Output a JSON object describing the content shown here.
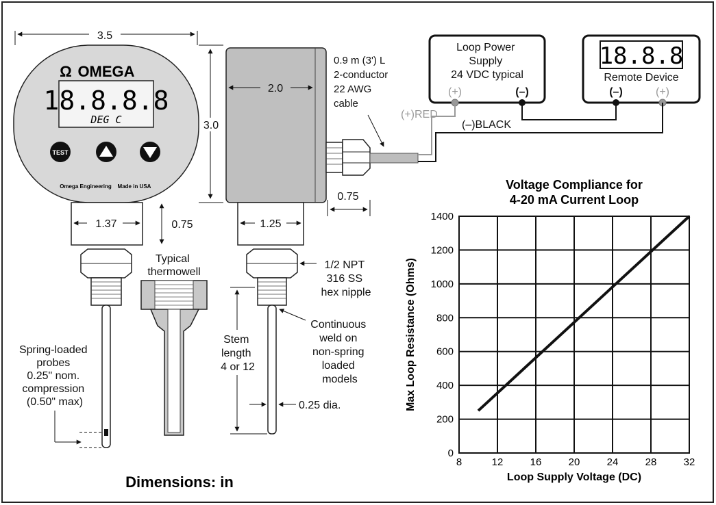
{
  "colors": {
    "ink": "#111111",
    "housing": "#d8d8d8",
    "box": "#bfbfbf",
    "red_wire": "#9a9a9a"
  },
  "gauge": {
    "brand": "OMEGA",
    "display_digits": "18.8.8.8",
    "display_unit": "DEG C",
    "buttons": {
      "test": "TEST"
    },
    "icons": [
      "up-triangle-icon",
      "down-triangle-icon"
    ],
    "footer_left": "Omega Engineering",
    "footer_right": "Made in USA"
  },
  "dimensions": {
    "width": "3.5",
    "height": "3.0",
    "box_width": "2.0",
    "gauge_neck": "1.37",
    "neck_height": "0.75",
    "box_neck": "1.25",
    "fitting_offset": "0.75",
    "stem_dia": "0.25 dia."
  },
  "labels": {
    "cable": [
      "0.9 m (3') L",
      "2-conductor",
      "22 AWG",
      "cable"
    ],
    "thermowell": [
      "Typical",
      "thermowell"
    ],
    "nipple": [
      "1/2 NPT",
      "316 SS",
      "hex nipple"
    ],
    "weld": [
      "Continuous",
      "weld on",
      "non-spring",
      "loaded",
      "models"
    ],
    "stem": [
      "Stem",
      "length",
      "4 or 12"
    ],
    "spring": [
      "Spring-loaded",
      "probes",
      "0.25\" nom.",
      "compression",
      "(0.50\" max)"
    ],
    "dim_units": "Dimensions: in"
  },
  "wiring": {
    "supply_lines": [
      "Loop Power",
      "Supply",
      "24 VDC typical"
    ],
    "supply_plus": "(+)",
    "supply_minus": "(–)",
    "remote_digits": "18.8.8",
    "remote_label": "Remote Device",
    "remote_minus": "(–)",
    "remote_plus": "(+)",
    "red": "(+)RED",
    "black": "(–)BLACK"
  },
  "chart_data": {
    "type": "line",
    "title": "Voltage Compliance for 4-20 mA Current Loop",
    "title_lines": [
      "Voltage Compliance for",
      "4-20 mA Current Loop"
    ],
    "xlabel": "Loop Supply Voltage (DC)",
    "ylabel": "Max Loop Resistance (Ohms)",
    "xlim": [
      8,
      32
    ],
    "ylim": [
      0,
      1400
    ],
    "xticks": [
      8,
      12,
      16,
      20,
      24,
      28,
      32
    ],
    "yticks": [
      0,
      200,
      400,
      600,
      800,
      1000,
      1200,
      1400
    ],
    "grid": true,
    "series": [
      {
        "x": [
          10,
          32
        ],
        "y": [
          250,
          1400
        ]
      }
    ]
  }
}
